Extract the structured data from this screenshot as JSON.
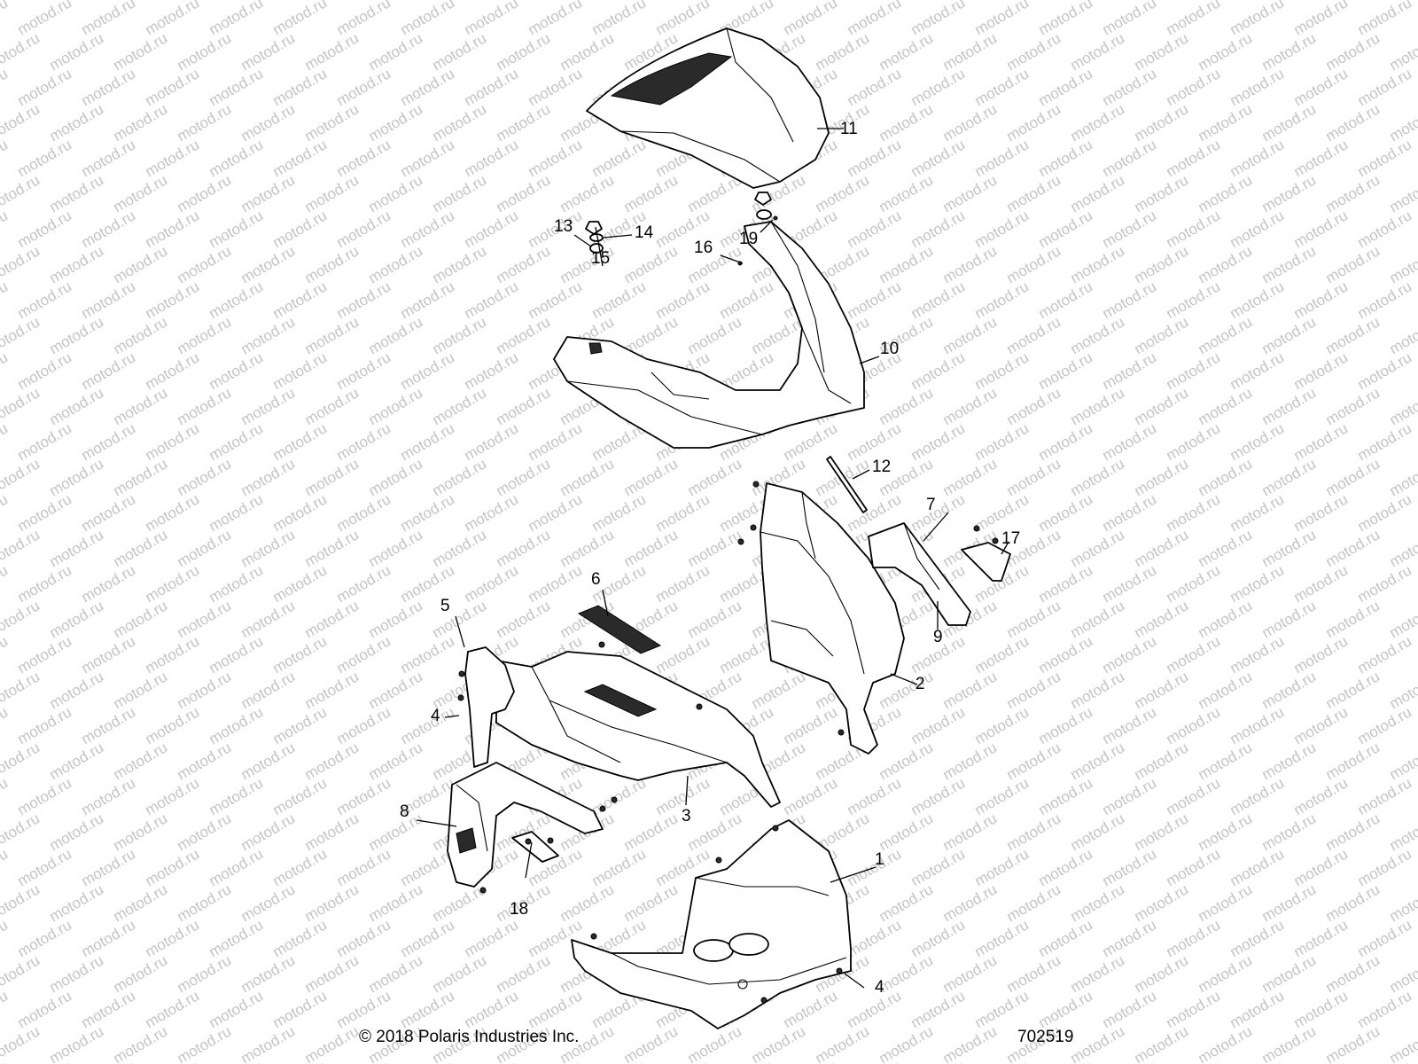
{
  "watermark": {
    "text": "motod.ru"
  },
  "callouts": [
    "1",
    "2",
    "3",
    "4",
    "4",
    "5",
    "6",
    "7",
    "8",
    "9",
    "10",
    "11",
    "12",
    "13",
    "14",
    "15",
    "16",
    "17",
    "18",
    "19"
  ],
  "footer": {
    "copyright": "© 2018 Polaris Industries Inc.",
    "diagram_number": "702519"
  }
}
